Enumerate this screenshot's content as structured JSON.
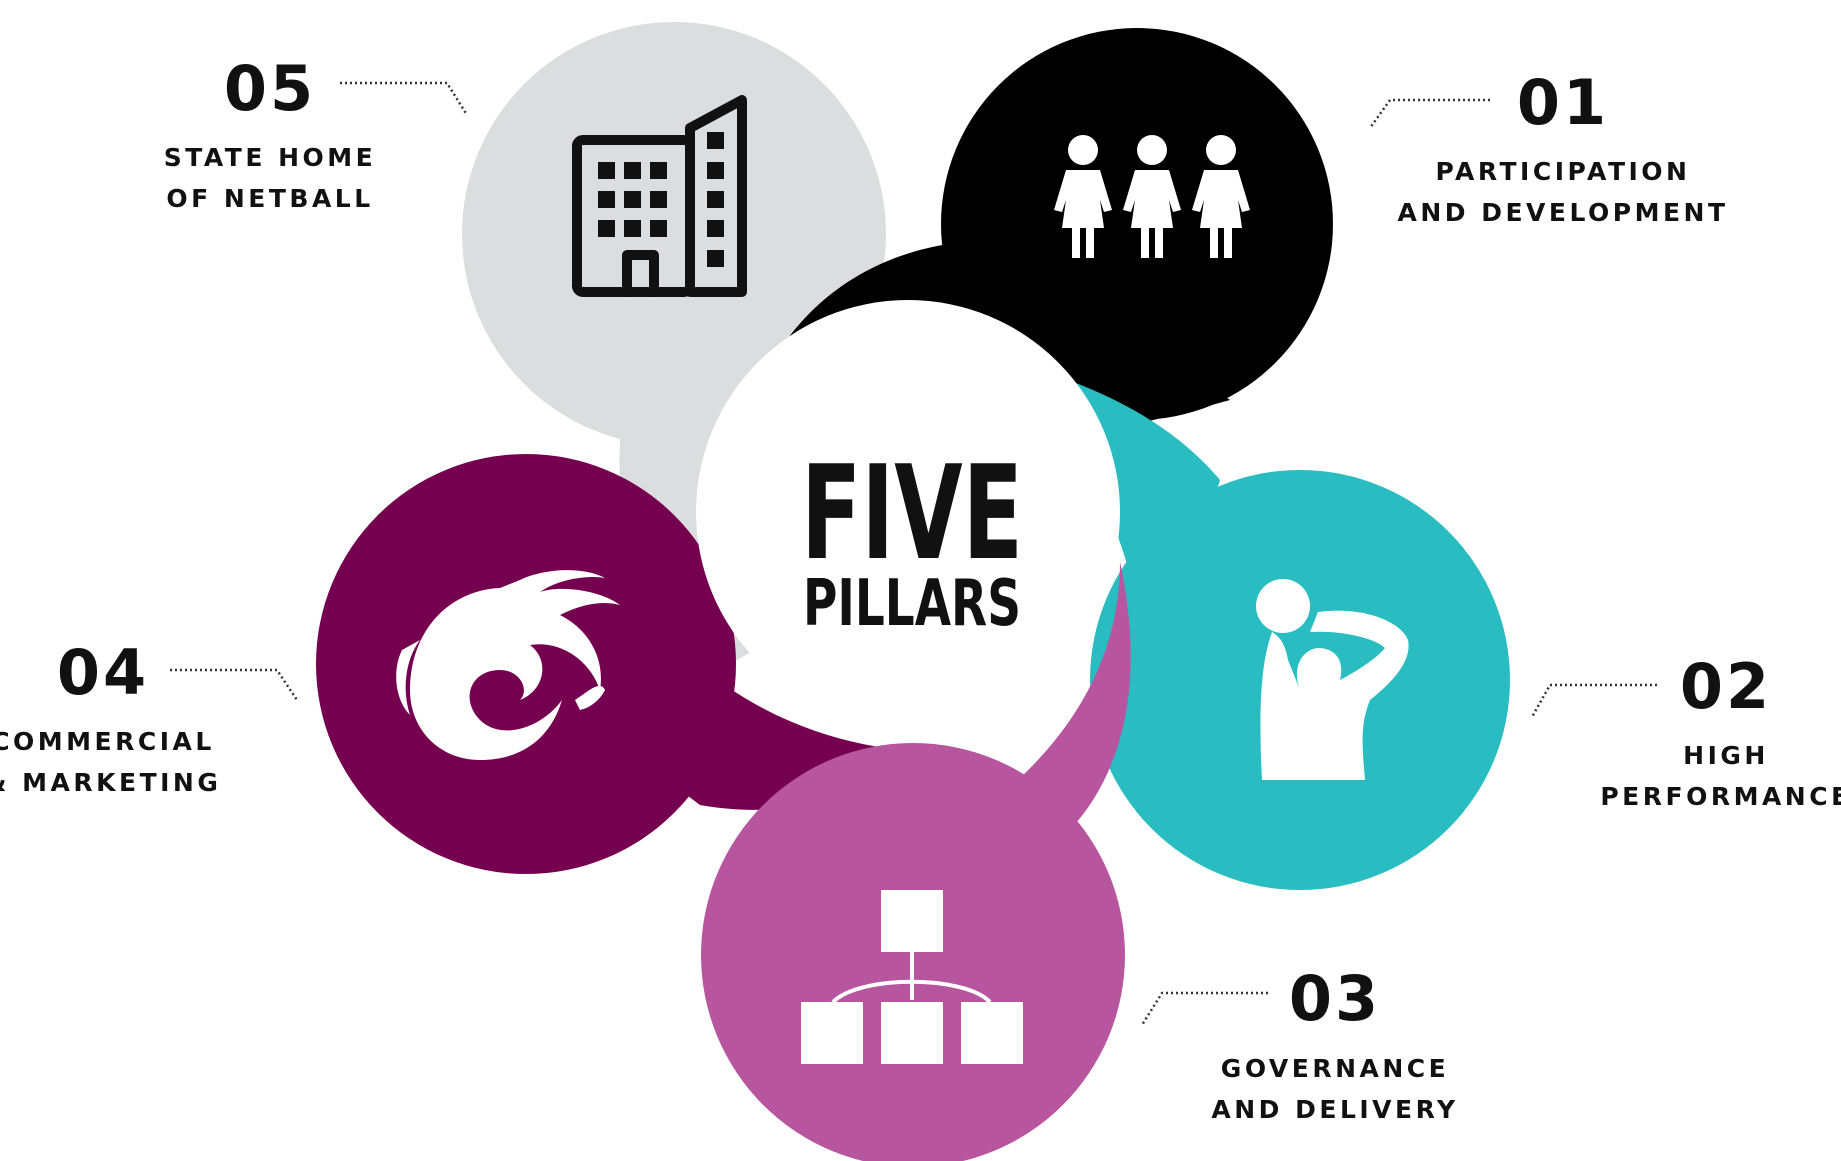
{
  "title": {
    "line1": "FIVE",
    "line2": "PILLARS"
  },
  "pillars": [
    {
      "number": "01",
      "label_line1": "PARTICIPATION",
      "label_line2": "AND DEVELOPMENT",
      "color": "#000000",
      "icon": "people-icon"
    },
    {
      "number": "02",
      "label_line1": "HIGH",
      "label_line2": "PERFORMANCE",
      "color": "#29BDC1",
      "icon": "netball-player-icon"
    },
    {
      "number": "03",
      "label_line1": "GOVERNANCE",
      "label_line2": "AND DELIVERY",
      "color": "#B8559F",
      "icon": "org-chart-icon"
    },
    {
      "number": "04",
      "label_line1": "COMMERCIAL",
      "label_line2": "& MARKETING",
      "color": "#750050",
      "icon": "phoenix-icon"
    },
    {
      "number": "05",
      "label_line1": "STATE HOME",
      "label_line2": "OF NETBALL",
      "color": "#DCDDDE",
      "icon": "building-icon"
    }
  ]
}
